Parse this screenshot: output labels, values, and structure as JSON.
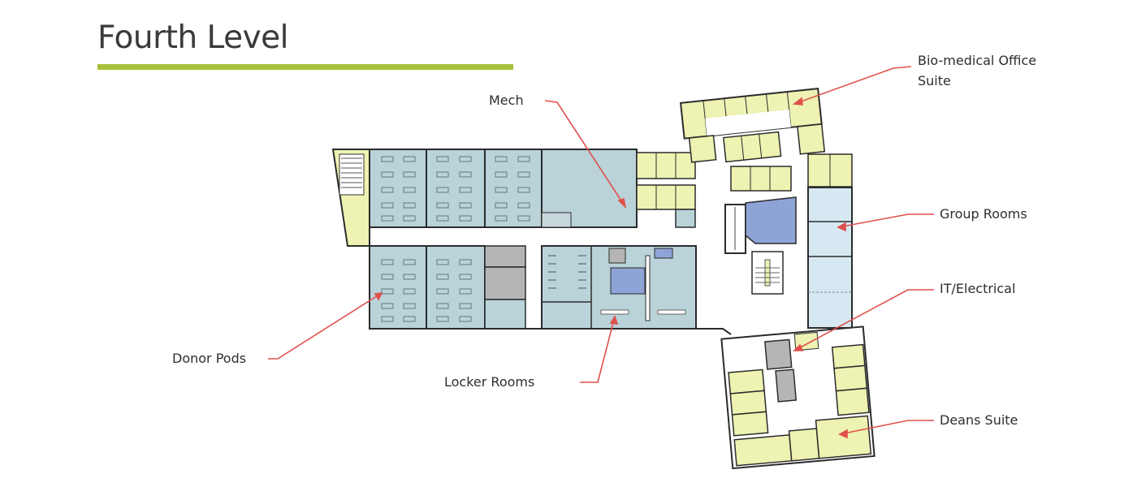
{
  "header": {
    "title": "Fourth Level",
    "accent_color": "#a9c23b"
  },
  "colors": {
    "callout_line": "#e0504c",
    "donor_pod_fill": "#b9d3d9",
    "office_fill": "#eef2b2",
    "group_room_fill": "#d6e9f3",
    "restroom_fill": "#8ea4d6",
    "service_fill": "#b5b5b5",
    "wall": "#2b2b2b"
  },
  "labels": {
    "mech": "Mech",
    "biomedical_line1": "Bio-medical Office",
    "biomedical_line2": "Suite",
    "group_rooms": "Group Rooms",
    "it_electrical": "IT/Electrical",
    "donor_pods": "Donor Pods",
    "locker_rooms": "Locker Rooms",
    "deans_suite": "Deans Suite"
  }
}
